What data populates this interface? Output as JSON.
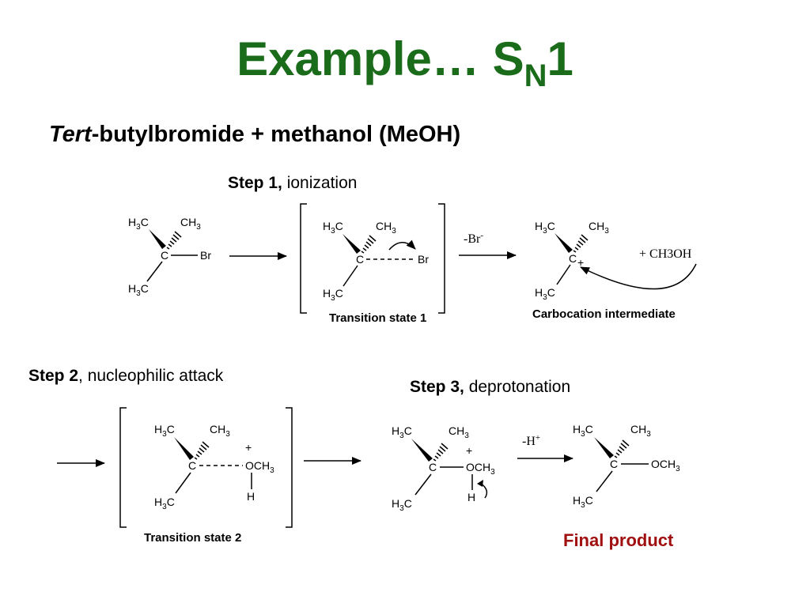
{
  "title": {
    "main": "Example… S",
    "sub": "N",
    "tail": "1"
  },
  "subtitle": {
    "italic": "Tert",
    "rest": "-butylbromide + methanol (MeOH)"
  },
  "steps": {
    "step1": {
      "bold": "Step 1,",
      "rest": " ionization"
    },
    "step2": {
      "bold": "Step 2",
      "rest": ", nucleophilic attack"
    },
    "step3": {
      "bold": "Step 3,",
      "rest": " deprotonation"
    }
  },
  "captions": {
    "ts1": "Transition state 1",
    "carbocation": "Carbocation intermediate",
    "ts2": "Transition state 2",
    "final": "Final product"
  },
  "reagents": {
    "minus_br": "-Br",
    "minus_br_sup": "-",
    "plus_ch3oh": "+  CH3OH",
    "minus_h": "-H",
    "minus_h_sup": "+"
  },
  "atoms": {
    "h3c_pre": "H",
    "h3c_sub": "3",
    "h3c_post": "C",
    "ch3_pre": "CH",
    "ch3_sub": "3",
    "c": "C",
    "br": "Br",
    "o": "O",
    "och3_pre": "OCH",
    "och3_sub": "3",
    "h": "H",
    "plus": "+"
  },
  "colors": {
    "title": "#1a6b1a",
    "final": "#a01010"
  }
}
